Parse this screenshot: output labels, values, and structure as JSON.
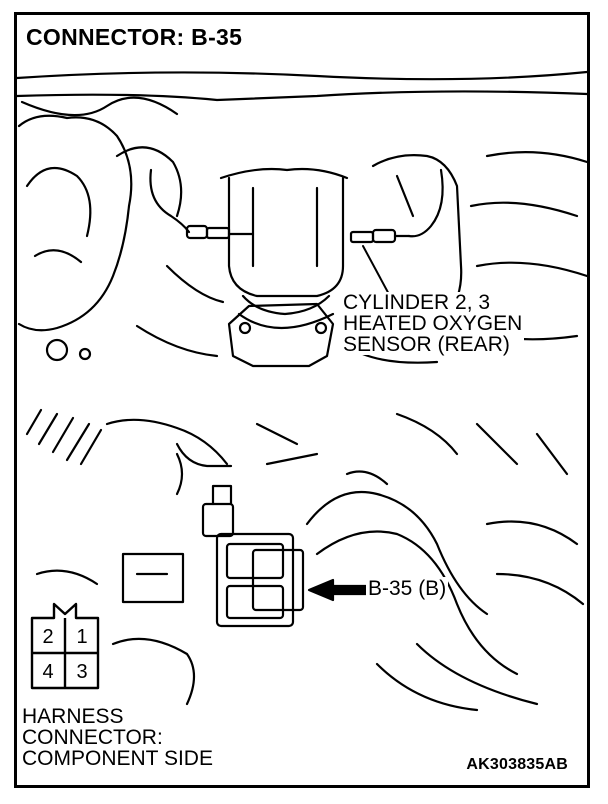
{
  "title": "CONNECTOR: B-35",
  "sensor_label": [
    "CYLINDER 2, 3",
    "HEATED OXYGEN",
    "SENSOR (REAR)"
  ],
  "connector_label": "B-35 (B)",
  "harness_label": [
    "HARNESS",
    "CONNECTOR:",
    "COMPONENT SIDE"
  ],
  "pins": [
    "2",
    "1",
    "4",
    "3"
  ],
  "figure_code": "AK303835AB"
}
